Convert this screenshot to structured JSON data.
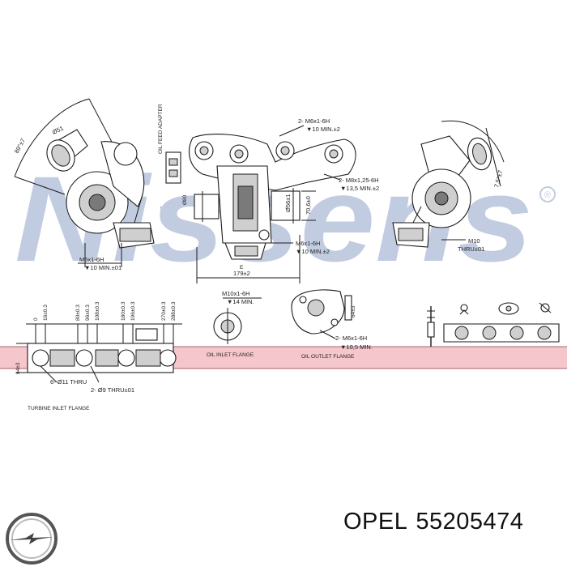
{
  "watermark": {
    "text": "Nissens",
    "registered": "®",
    "color": "#b8c4dc"
  },
  "band_color": "#f5c6cc",
  "footer": {
    "brand": "OPEL",
    "part_number": "55205474"
  },
  "logo": {
    "name": "opel-logo"
  },
  "labels": {
    "angle_left": "89°±7",
    "dia_left": "Ø51",
    "oil_feed": "OIL FEED ADAPTER",
    "thread_a": "2- M6x1-6H",
    "thread_a_depth": "▼10 MIN.±2",
    "thread_b": "2- M8x1,25-6H",
    "thread_b_depth": "▼13,5 MIN.±2",
    "dim_179": "179±2",
    "dim_56": "Ø56±1",
    "dim_70": "70,6±0",
    "m6_mid": "M6x1-6H",
    "m6_mid_depth": "▼10 MIN.±2",
    "m6_left": "M6x1-6H",
    "m6_left_depth": "▼10 MIN.±01",
    "m10": "M10x1-6H",
    "m10_depth": "▼14 MIN.",
    "m10_right": "M10",
    "thru_right": "THRU±01",
    "angle_right": "7.5°±7",
    "two_m6_right": "2- M6x1-6H",
    "two_m6_right_depth": "▼10,5 MIN.",
    "oil_inlet": "OIL INLET FLANGE",
    "oil_outlet": "OIL OUTLET FLANGE",
    "turbine_inlet": "TURBINE INLET FLANGE",
    "holes_6": "6- Ø11 THRU",
    "holes_2": "2- Ø9 THRU±01",
    "h64": "64±3",
    "ticks": [
      "0",
      "16±0.3",
      "80±0.3",
      "96±0.3",
      "108±0.3",
      "180±0.3",
      "196±0.3",
      "270±0.3",
      "288±0.3"
    ]
  }
}
